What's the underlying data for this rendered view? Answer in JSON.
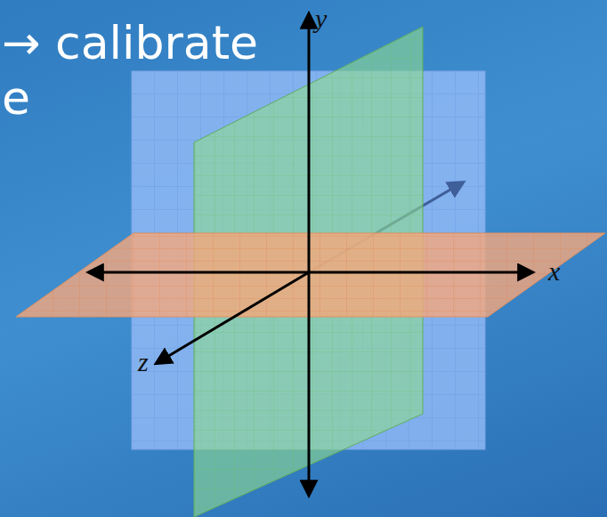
{
  "diagram": {
    "labels": [
      "→ calibrate",
      "e",
      "y",
      "x",
      "z"
    ]
  }
}
